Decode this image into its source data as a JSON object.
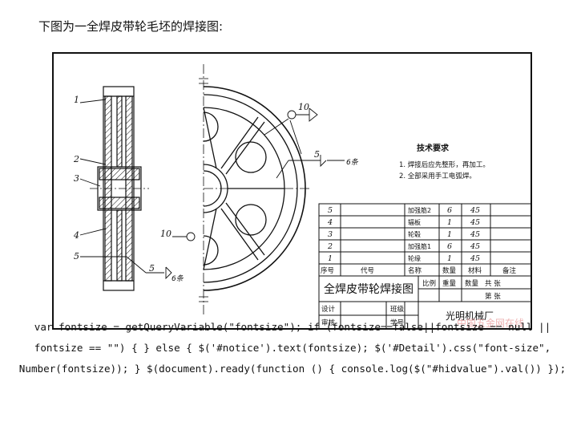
{
  "caption": "下图为一全焊皮带轮毛坯的焊接图:",
  "drawing": {
    "callouts": [
      "1",
      "2",
      "3",
      "4",
      "5"
    ],
    "weld_symbol_a": {
      "number": "10"
    },
    "weld_symbol_b": {
      "number": "5",
      "note": "6条"
    },
    "weld_symbol_c": {
      "number": "5",
      "note": "6条"
    },
    "weld_symbol_d": {
      "number": "10"
    },
    "tech_requirements": {
      "title": "技术要求",
      "items": [
        "1. 焊接后应先整形，再加工。",
        "2. 全部采用手工电弧焊。"
      ]
    },
    "bom": {
      "rows": [
        {
          "no": "5",
          "code": "",
          "name": "加强筋2",
          "qty": "6",
          "material": "45",
          "note": ""
        },
        {
          "no": "4",
          "code": "",
          "name": "辐板",
          "qty": "1",
          "material": "45",
          "note": ""
        },
        {
          "no": "3",
          "code": "",
          "name": "轮毂",
          "qty": "1",
          "material": "45",
          "note": ""
        },
        {
          "no": "2",
          "code": "",
          "name": "加强筋1",
          "qty": "6",
          "material": "45",
          "note": ""
        },
        {
          "no": "1",
          "code": "",
          "name": "轮缘",
          "qty": "1",
          "material": "45",
          "note": ""
        }
      ],
      "header": {
        "no": "序号",
        "code": "代号",
        "name": "名称",
        "qty": "数量",
        "material": "材料",
        "note": "备注"
      }
    },
    "title_block": {
      "title": "全焊皮带轮焊接图",
      "scale_label": "比例",
      "weight_label": "重量",
      "qty_label": "数量",
      "sheets_total": "共  张",
      "sheet_no": "第  张",
      "design_label": "设计",
      "review_label": "审核",
      "class_label": "班级",
      "student_no_label": "学号",
      "company": "光明机械厂"
    }
  },
  "code_text": "var fontsize = getQueryVariable(\"fontsize\"); if (fontsize==false||fontsize == null || fontsize == \"\") { } else { $('#notice').text(fontsize); $('#Detail').css(\"font-size\", Number(fontsize)); } $(document).ready(function () { console.log($(\"#hidvalue\").val()) });",
  "watermark": "中国五金网在线"
}
